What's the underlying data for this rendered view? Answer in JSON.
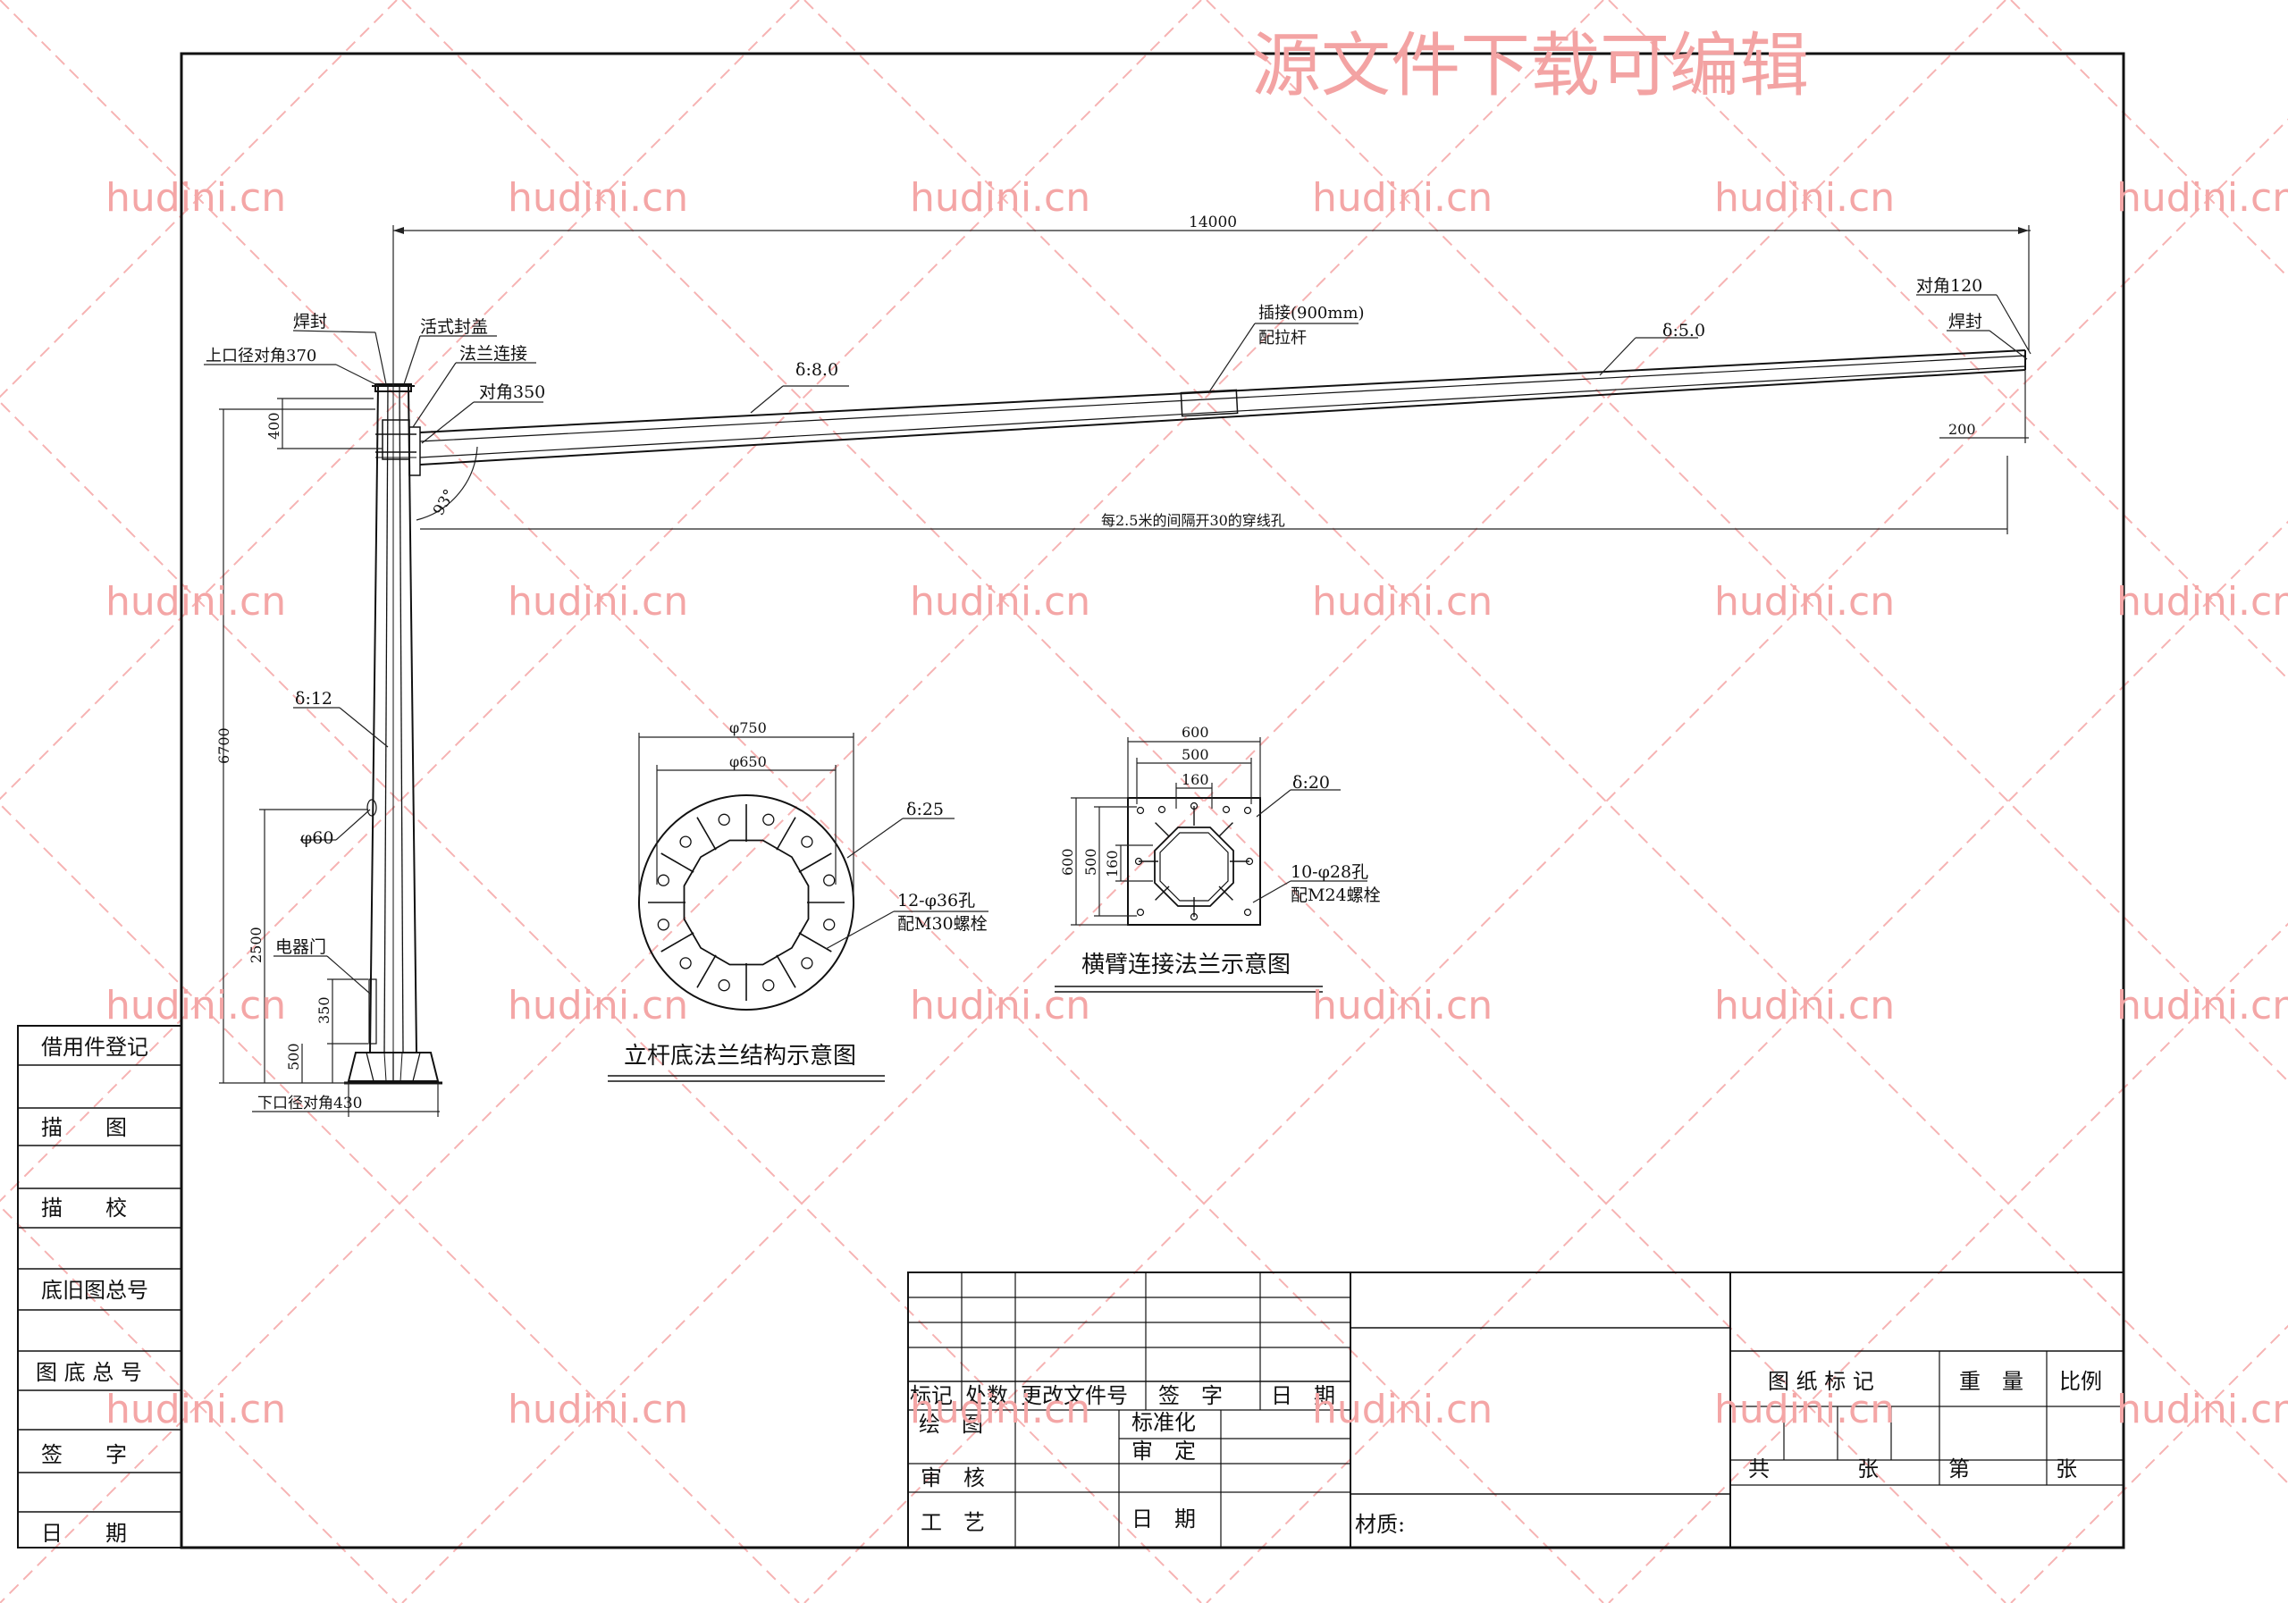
{
  "watermark": {
    "text": "hudini.cn",
    "banner": "源文件下载可编辑",
    "color": "#f4a6a6"
  },
  "pole": {
    "overall_length": "14000",
    "top_diameter": "上口径对角370",
    "bottom_diameter": "下口径对角430",
    "weld_top": "焊封",
    "cap": "活式封盖",
    "flange": "法兰连接",
    "corner_350": "对角350",
    "dim_400": "400",
    "height_6700": "6700",
    "thickness_pole": "δ:12",
    "hole_60": "φ60",
    "dim_2500": "2500",
    "door": "电器门",
    "dim_350": "350",
    "dim_500": "500",
    "angle": "93°"
  },
  "arm": {
    "thickness_1": "δ:8.0",
    "joint": "插接(900mm)",
    "joint_note": "配拉杆",
    "thickness_2": "δ:5.0",
    "tip_corner": "对角120",
    "tip_weld": "焊封",
    "tip_dim": "200",
    "holes_note": "每2.5米的间隔开30的穿线孔"
  },
  "base_flange": {
    "d750": "φ750",
    "d650": "φ650",
    "thickness": "δ:25",
    "holes": "12-φ36孔",
    "bolts": "配M30螺栓",
    "caption": "立杆底法兰结构示意图"
  },
  "arm_flange": {
    "w600": "600",
    "w500": "500",
    "w160": "160",
    "thickness": "δ:20",
    "h600": "600",
    "h500": "500",
    "h160": "160",
    "holes": "10-φ28孔",
    "bolts": "配M24螺栓",
    "caption": "横臂连接法兰示意图"
  },
  "left_strip": [
    "借用件登记",
    "描　　图",
    "描　　校",
    "底旧图总号",
    "图 底 总 号",
    "签　　字",
    "日　　期"
  ],
  "title_block": {
    "rev_headers": [
      "标记",
      "处数",
      "更改文件号",
      "签　字",
      "日　期"
    ],
    "draw": "绘　图",
    "check": "审　核",
    "process": "工　艺",
    "standard": "标准化",
    "approve": "审　定",
    "date": "日　期",
    "material": "材质:",
    "mark": "图 纸 标 记",
    "weight": "重　量",
    "scale": "比例",
    "total": "共",
    "sheets1": "张",
    "nth": "第",
    "sheets2": "张"
  }
}
